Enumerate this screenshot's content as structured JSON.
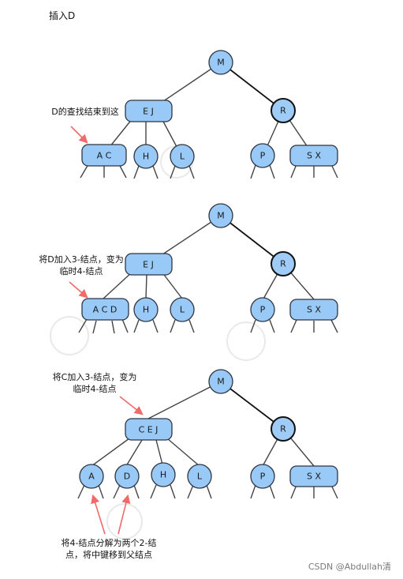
{
  "title": "插入D",
  "credit": "CSDN @Abdullah清",
  "colors": {
    "node_fill": "#99c9f7",
    "arrow": "#f06a6a",
    "node_stroke": "#2f3640"
  },
  "panels": [
    {
      "root": "M",
      "left_parent": "E   J",
      "right_parent": "R",
      "leaves": [
        "A   C",
        "H",
        "L",
        "P",
        "S   X"
      ],
      "note_lines": [
        "D的查找结束到这"
      ]
    },
    {
      "root": "M",
      "left_parent": "E   J",
      "right_parent": "R",
      "leaves": [
        "A   C   D",
        "H",
        "L",
        "P",
        "S   X"
      ],
      "note_lines": [
        "将D加入3-结点，变为",
        "临时4-结点"
      ]
    },
    {
      "root": "M",
      "left_parent": "C   E   J",
      "right_parent": "R",
      "leaves": [
        "A",
        "D",
        "H",
        "L",
        "P",
        "S   X"
      ],
      "note_lines": [
        "将C加入3-结点，变为",
        "临时4-结点"
      ],
      "bottom_note_lines": [
        "将4-结点分解为两个2-结",
        "点，将中键移到父结点"
      ]
    }
  ]
}
